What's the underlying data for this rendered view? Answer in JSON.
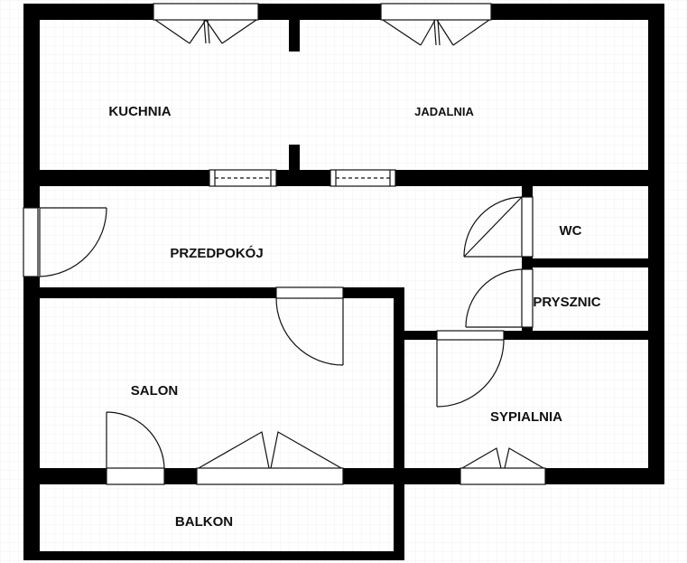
{
  "colors": {
    "wall": "#000000",
    "background": "#ffffff",
    "grid": "#f0f0f0",
    "label": "#111111",
    "door_line": "#111111"
  },
  "rooms": {
    "kitchen": "KUCHNIA",
    "dining": "JADALNIA",
    "hall": "PRZEDPOKÓJ",
    "wc": "WC",
    "shower": "PRYSZNIC",
    "living": "SALON",
    "bedroom": "SYPIALNIA",
    "balcony": "BALKON"
  },
  "icons": {
    "door": "door-swing-icon",
    "window": "window-icon",
    "double_door": "double-door-icon"
  }
}
